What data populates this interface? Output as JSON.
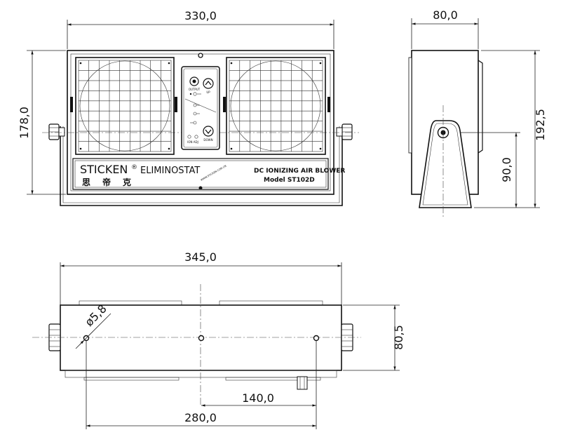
{
  "dimensions": {
    "front_width": "330,0",
    "front_height": "178,0",
    "side_depth": "80,0",
    "side_total_height": "192,5",
    "side_pivot_height": "90,0",
    "bottom_width": "345,0",
    "bottom_hole_dia": "ø5,8",
    "bottom_depth": "80,5",
    "bottom_hole_offset": "140,0",
    "bottom_hole_pitch": "280,0"
  },
  "label": {
    "brand": "STICKEN",
    "registered": "®",
    "product": "ELIMINOSTAT",
    "chinese_1": "思",
    "chinese_2": "帝",
    "chinese_3": "克",
    "description": "DC IONIZING AIR BLOWER",
    "model": "Model ST102D",
    "website": "WWW.STICKEN.COM.CN"
  },
  "control_panel": {
    "output": "OUTPUT",
    "up": "UP",
    "down": "DOWN",
    "ion_labels": "ION  ADJ"
  }
}
